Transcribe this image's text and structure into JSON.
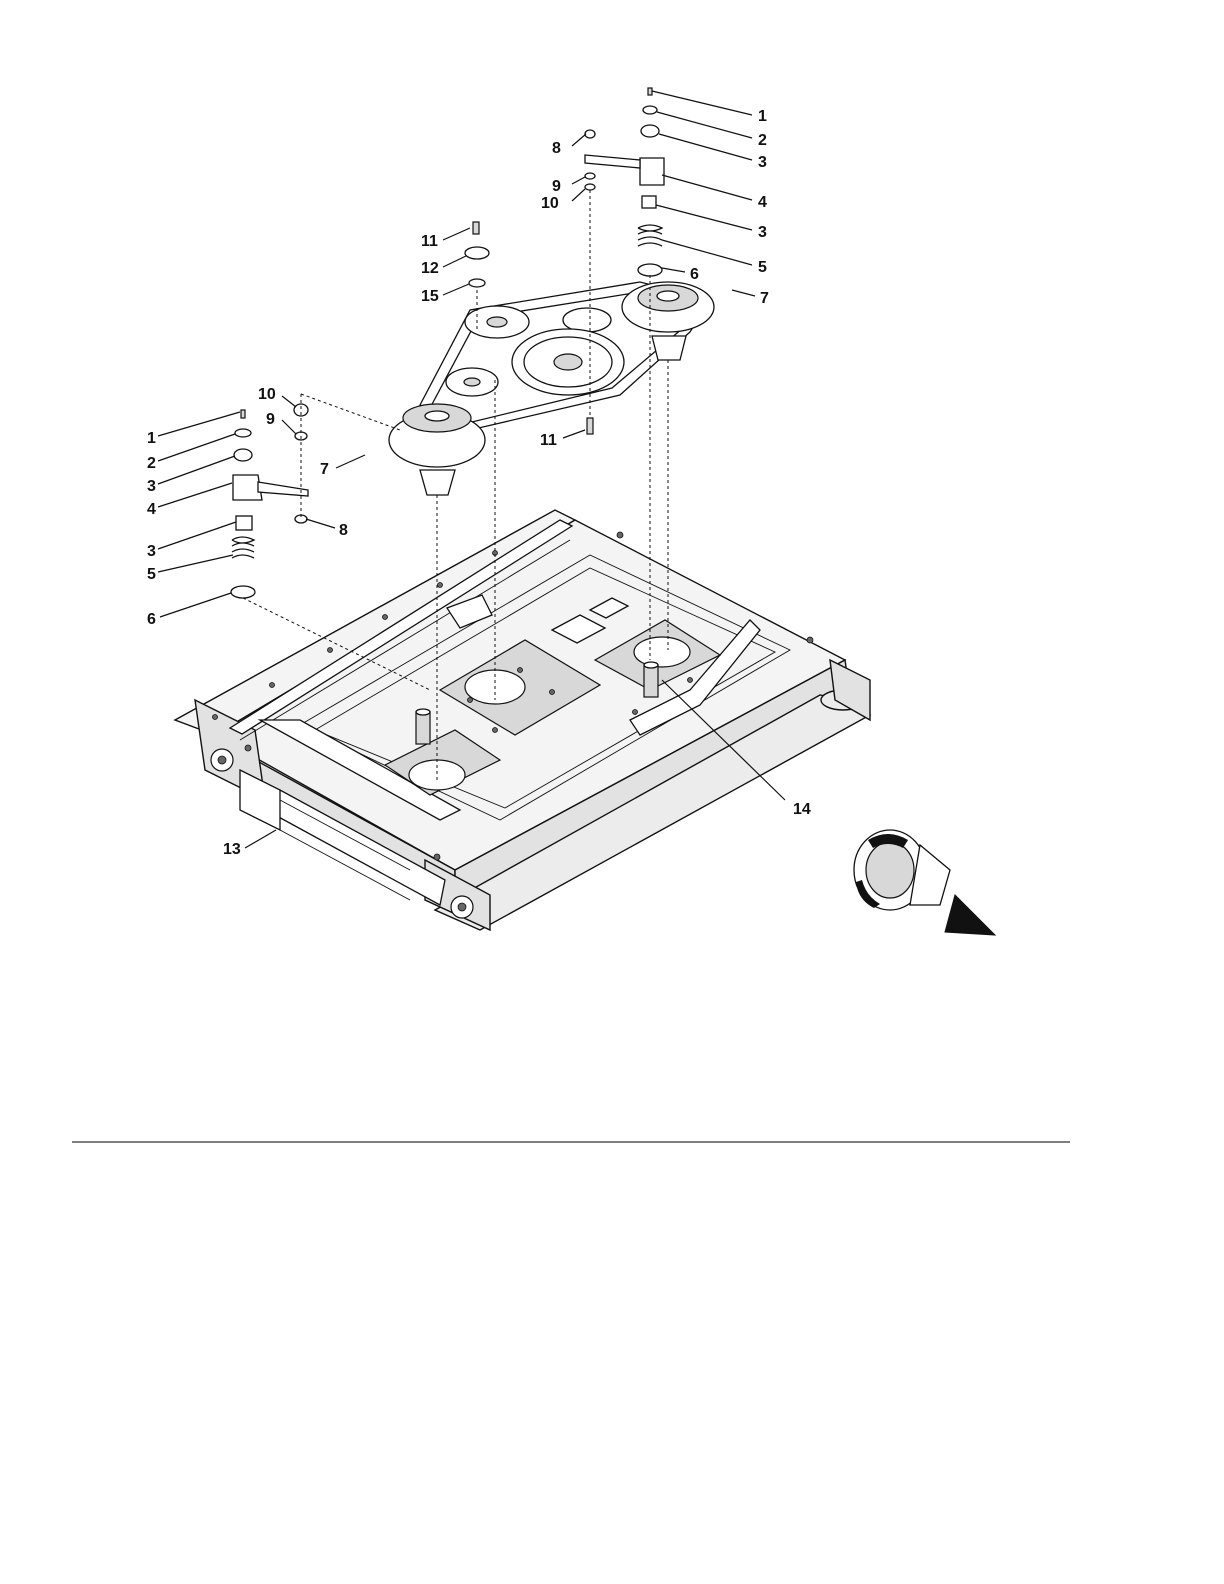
{
  "diagram": {
    "callouts": [
      {
        "id": "c1a",
        "text": "1"
      },
      {
        "id": "c2a",
        "text": "2"
      },
      {
        "id": "c3a",
        "text": "3"
      },
      {
        "id": "c4a",
        "text": "4"
      },
      {
        "id": "c3b",
        "text": "3"
      },
      {
        "id": "c5a",
        "text": "5"
      },
      {
        "id": "c6a",
        "text": "6"
      },
      {
        "id": "c7a",
        "text": "7"
      },
      {
        "id": "c8a",
        "text": "8"
      },
      {
        "id": "c9a",
        "text": "9"
      },
      {
        "id": "c10a",
        "text": "10"
      },
      {
        "id": "c11a",
        "text": "11"
      },
      {
        "id": "c12a",
        "text": "12"
      },
      {
        "id": "c15a",
        "text": "15"
      },
      {
        "id": "c11b",
        "text": "11"
      },
      {
        "id": "c10b",
        "text": "10"
      },
      {
        "id": "c9b",
        "text": "9"
      },
      {
        "id": "c1b",
        "text": "1"
      },
      {
        "id": "c2b",
        "text": "2"
      },
      {
        "id": "c3c",
        "text": "3"
      },
      {
        "id": "c4b",
        "text": "4"
      },
      {
        "id": "c7b",
        "text": "7"
      },
      {
        "id": "c8b",
        "text": "8"
      },
      {
        "id": "c3d",
        "text": "3"
      },
      {
        "id": "c5b",
        "text": "5"
      },
      {
        "id": "c6b",
        "text": "6"
      },
      {
        "id": "c14",
        "text": "14"
      },
      {
        "id": "c13",
        "text": "13"
      }
    ]
  }
}
